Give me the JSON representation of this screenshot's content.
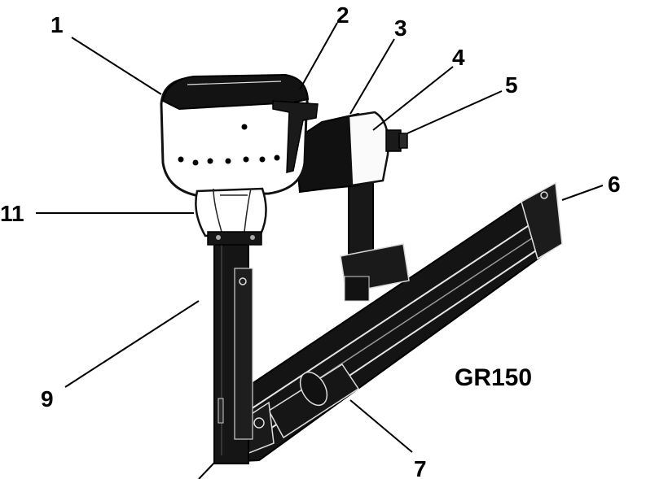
{
  "figure": {
    "model_label": "GR150",
    "callouts": [
      {
        "number": "1"
      },
      {
        "number": "2"
      },
      {
        "number": "3"
      },
      {
        "number": "4"
      },
      {
        "number": "5"
      },
      {
        "number": "6"
      },
      {
        "number": "7"
      },
      {
        "number": "9"
      },
      {
        "number": "11"
      }
    ]
  }
}
